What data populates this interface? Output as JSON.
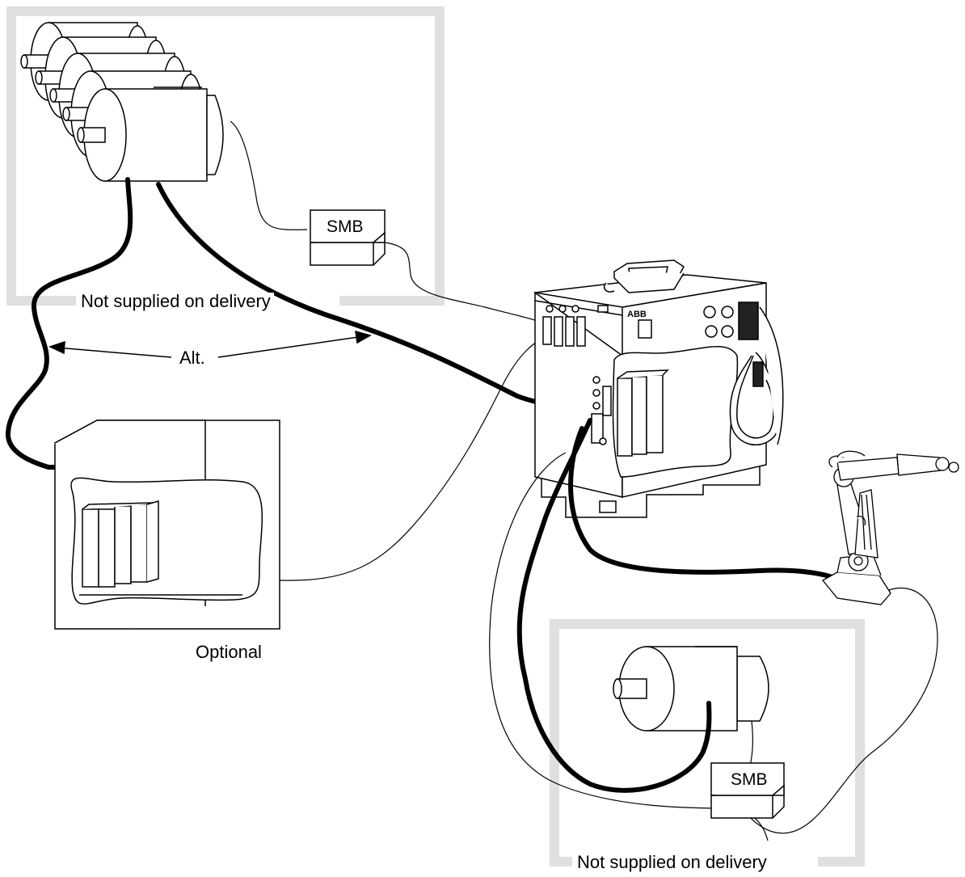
{
  "labels": {
    "top_box": "Not supplied on delivery",
    "bottom_box": "Not supplied on delivery",
    "alt": "Alt.",
    "optional": "Optional",
    "smb_top": "SMB",
    "smb_bottom": "SMB",
    "brand": "ABB"
  },
  "colors": {
    "frame": "#e0e0e0",
    "line": "#000000",
    "background": "#ffffff"
  }
}
